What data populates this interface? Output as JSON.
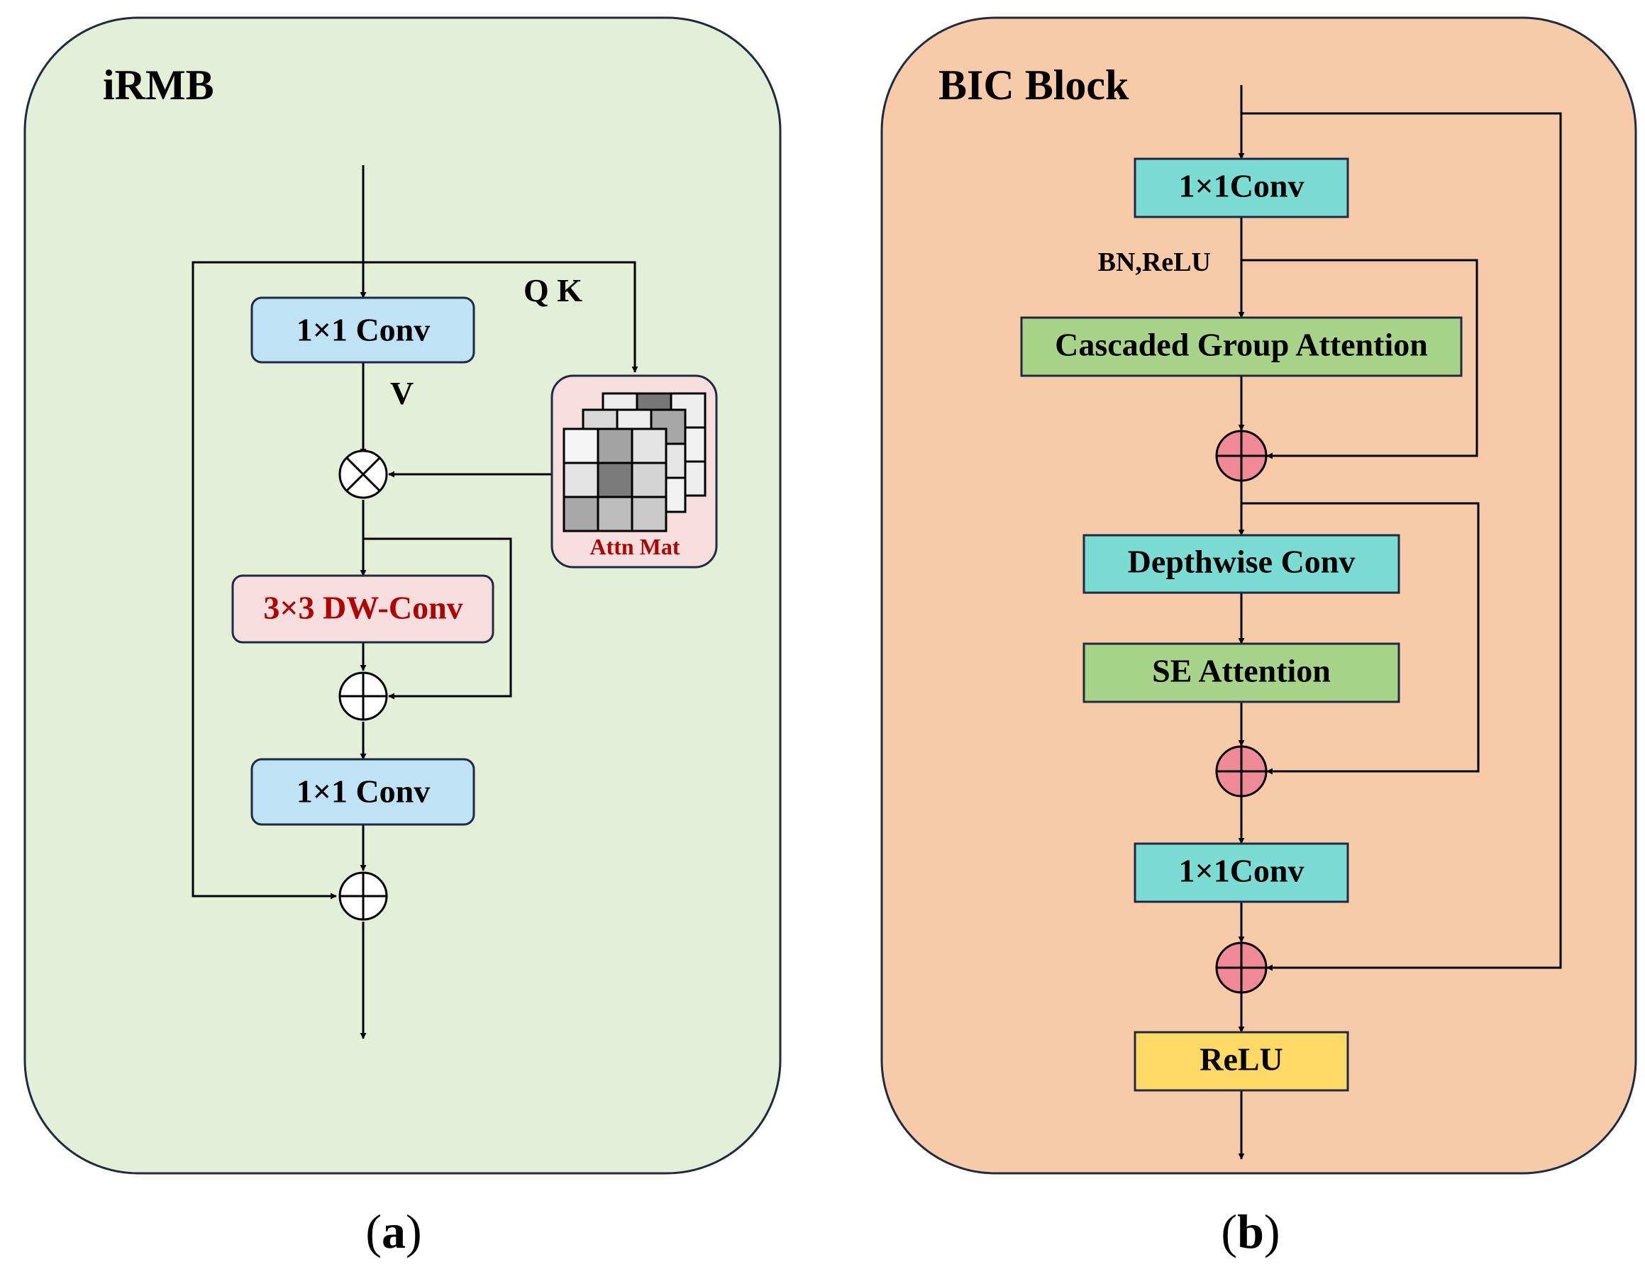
{
  "panel_a": {
    "title": "iRMB",
    "conv_top": "1×1 Conv",
    "qk_label": "Q K",
    "v_label": "V",
    "attn_label": "Attn Mat",
    "dwconv": "3×3 DW-Conv",
    "conv_bottom": "1×1 Conv",
    "caption_open": "(",
    "caption_letter": "a",
    "caption_close": ")"
  },
  "panel_b": {
    "title": "BIC Block",
    "conv_top": "1×1Conv",
    "bn_relu": "BN,ReLU",
    "cga": "Cascaded Group Attention",
    "depthwise": "Depthwise Conv",
    "se": "SE Attention",
    "conv_bottom": "1×1Conv",
    "relu": "ReLU",
    "caption_open": "(",
    "caption_letter": "b",
    "caption_close": ")"
  },
  "colors": {
    "panel_a_bg": "#e3efd6",
    "panel_b_bg": "#f7cba7",
    "conv_blue": "#bfe3f5",
    "pink_box": "#f7dede",
    "dark_red_text": "#b00000",
    "teal": "#7bdcd3",
    "green": "#a8d48a",
    "yellow": "#ffd966",
    "adder_pink": "#f08a96",
    "outline": "#1f2a44"
  }
}
